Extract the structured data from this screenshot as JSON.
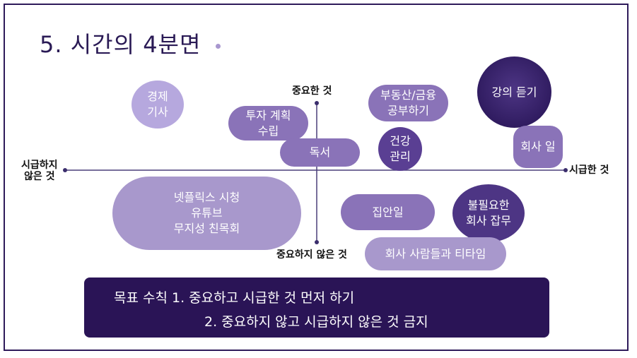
{
  "slide": {
    "title": "5. 시간의 4분면"
  },
  "axes": {
    "top": "중요한 것",
    "bottom": "중요하지 않은 것",
    "left": "시급하지\n않은 것",
    "right": "시급한 것"
  },
  "items": {
    "economy_news": "경제\n기사",
    "investment_plan": "투자 계획\n수립",
    "reading": "독서",
    "netflix": "넷플릭스 시청\n유튜브\n무지성 친목회",
    "real_estate": "부동산/금융\n공부하기",
    "health": "건강\n관리",
    "lecture": "강의 듣기",
    "company_work": "회사 일",
    "chores": "집안일",
    "unneeded_tasks": "불필요한\n회사 잡무",
    "teatime": "회사 사람들과 티타임"
  },
  "goal": {
    "line1": "목표 수칙 1. 중요하고 시급한 것 먼저 하기",
    "line2": "2. 중요하지 않고 시급하지 않은 것 금지"
  },
  "colors": {
    "dark_navy": "#2a1456",
    "deep_purple": "#4d3584",
    "mid_purple": "#8a73b8",
    "light_purple": "#b6a8de",
    "pale_purple": "#a898cc"
  }
}
